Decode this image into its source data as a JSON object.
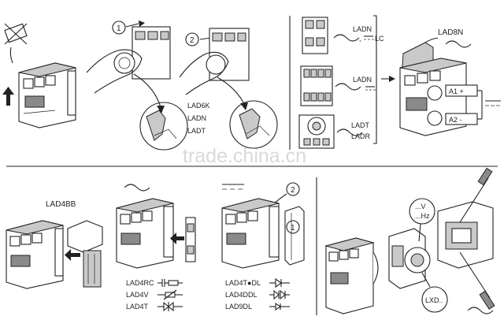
{
  "panels": {
    "removal": {
      "step1": "1",
      "step2": "2",
      "module_labels": [
        "LAD6K",
        "LADN",
        "LADT"
      ]
    },
    "aux_blocks": {
      "title": "LAD8N",
      "labels": [
        "LADN",
        "LC",
        "LADN",
        "LADT",
        "LADR"
      ],
      "coil_plus": "A1 +",
      "coil_minus": "A2 -"
    },
    "suppressors": {
      "title": "LAD4BB",
      "left_labels": [
        "LAD4RC",
        "LAD4V",
        "LAD4T"
      ],
      "right_labels": [
        "LAD4T●DL",
        "LAD4DDL",
        "LAD9DL"
      ],
      "step1": "1",
      "step2": "2"
    },
    "coil": {
      "voltage": "...V",
      "frequency": "...Hz",
      "coil_ref": "LXD.."
    }
  },
  "watermark": "trade.china.cn"
}
